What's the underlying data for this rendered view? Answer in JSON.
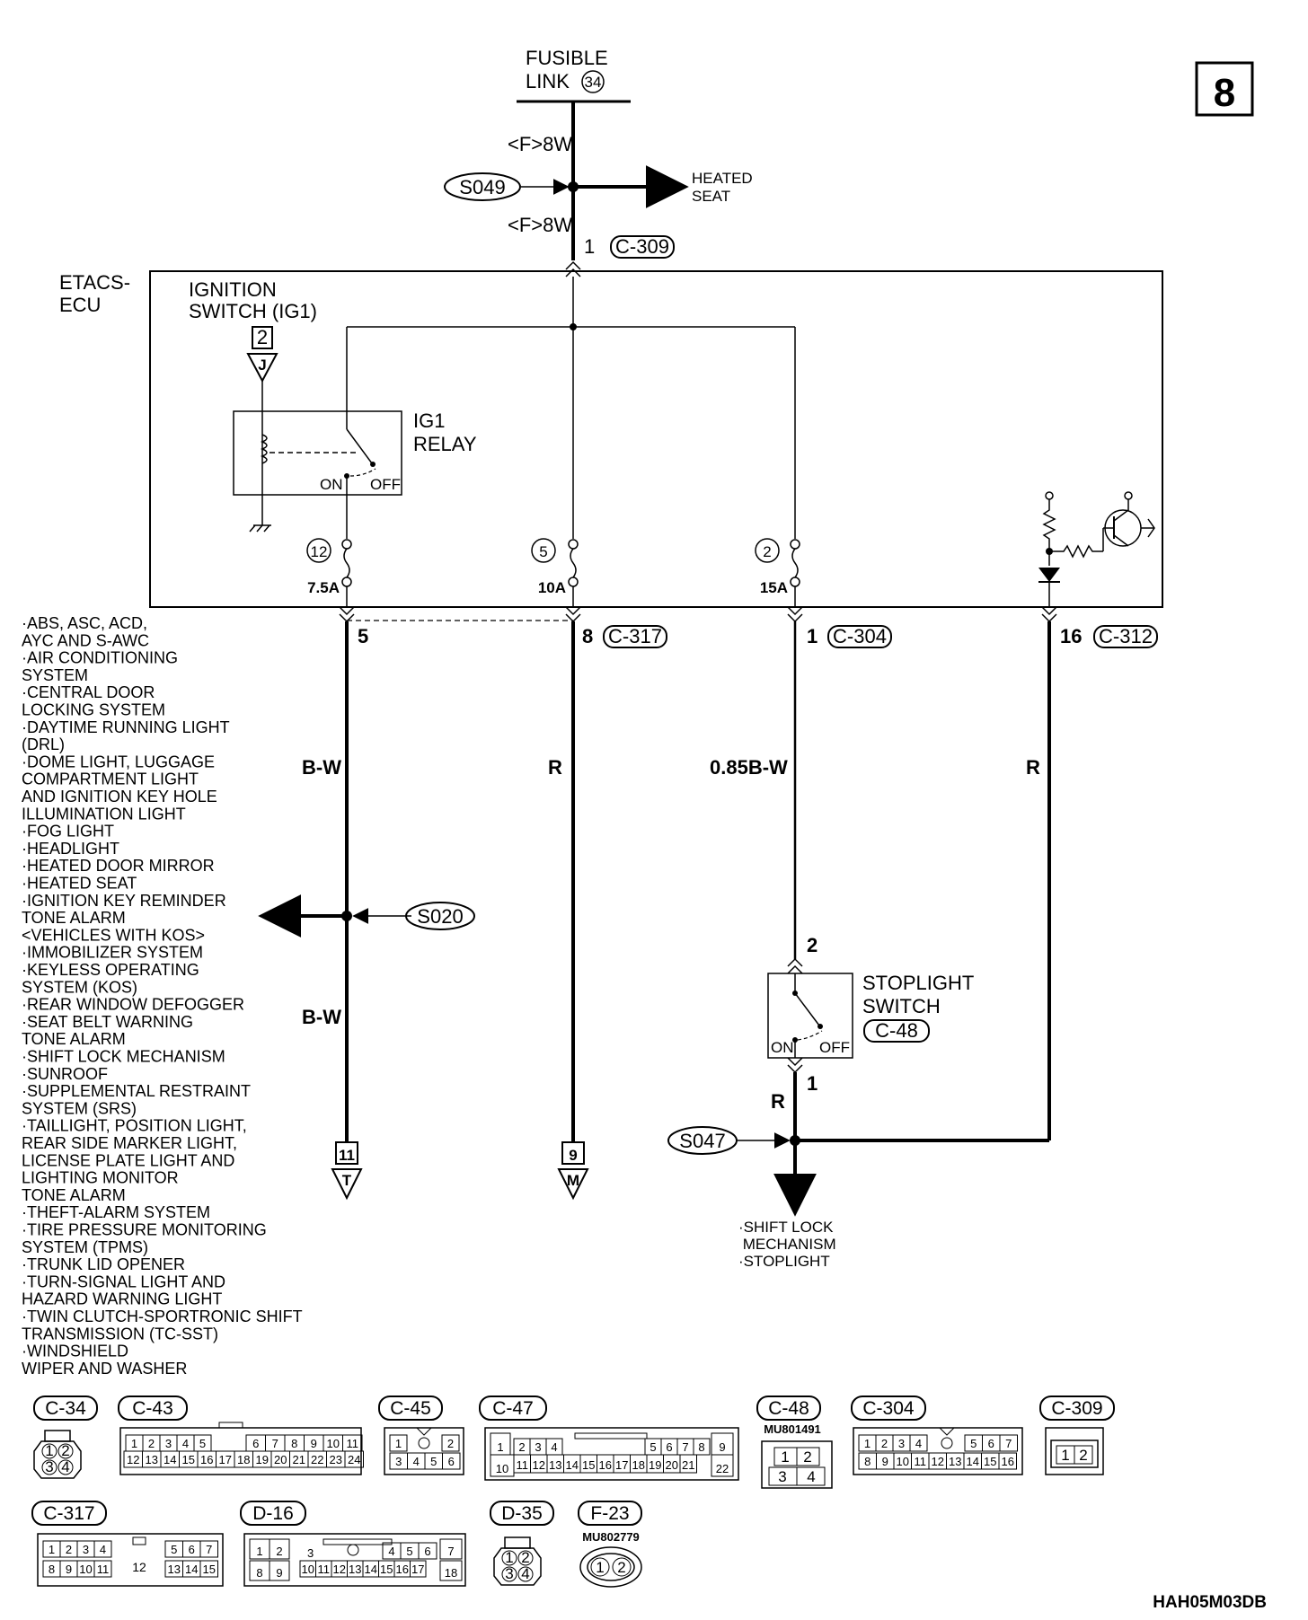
{
  "page_number": "8",
  "diagram_code": "HAH05M03DB",
  "fusible_link": {
    "line1": "FUSIBLE",
    "line2": "LINK",
    "number": "34"
  },
  "top_wire_color": "<F>8W",
  "top_wire_color_2": "<F>8W",
  "splice_s049": "S049",
  "heated_seat_line1": "HEATED",
  "heated_seat_line2": "SEAT",
  "c309_pin": "1",
  "c309_label": "C-309",
  "etacs_line1": "ETACS-",
  "etacs_line2": "ECU",
  "ignition_line1": "IGNITION",
  "ignition_line2": "SWITCH (IG1)",
  "ignition_connector": "2",
  "ignition_letter": "J",
  "relay_line1": "IG1",
  "relay_line2": "RELAY",
  "relay_on": "ON",
  "relay_off": "OFF",
  "fuses": [
    {
      "number": "12",
      "rating": "7.5A"
    },
    {
      "number": "5",
      "rating": "10A"
    },
    {
      "number": "2",
      "rating": "15A"
    }
  ],
  "outputs": {
    "o1_pin": "5",
    "o2_pin": "8",
    "o2_conn": "C-317",
    "o3_pin": "1",
    "o3_conn": "C-304",
    "o4_pin": "16",
    "o4_conn": "C-312"
  },
  "wire_colors": {
    "w1": "B-W",
    "w2": "R",
    "w3": "0.85B-W",
    "w4": "R",
    "w1b": "B-W",
    "w5": "R"
  },
  "splice_s020": "S020",
  "splice_s047": "S047",
  "off_page_11": {
    "num": "11",
    "letter": "T"
  },
  "off_page_9": {
    "num": "9",
    "letter": "M"
  },
  "stoplight": {
    "pin_top": "2",
    "pin_bottom": "1",
    "line1": "STOPLIGHT",
    "line2": "SWITCH",
    "connector": "C-48",
    "on": "ON",
    "off": "OFF"
  },
  "left_systems": [
    "·ABS, ASC, ACD,",
    " AYC AND S-AWC",
    "·AIR CONDITIONING",
    " SYSTEM",
    "·CENTRAL DOOR",
    " LOCKING SYSTEM",
    "·DAYTIME RUNNING LIGHT",
    " (DRL)",
    "·DOME LIGHT, LUGGAGE",
    " COMPARTMENT LIGHT",
    " AND IGNITION KEY HOLE",
    " ILLUMINATION LIGHT",
    "·FOG LIGHT",
    "·HEADLIGHT",
    "·HEATED DOOR MIRROR",
    "·HEATED SEAT",
    "·IGNITION KEY REMINDER",
    " TONE ALARM",
    " <VEHICLES WITH KOS>",
    "·IMMOBILIZER SYSTEM",
    "·KEYLESS OPERATING",
    " SYSTEM (KOS)",
    "·REAR WINDOW DEFOGGER",
    "·SEAT BELT WARNING",
    " TONE ALARM",
    "·SHIFT LOCK MECHANISM",
    "·SUNROOF",
    "·SUPPLEMENTAL RESTRAINT",
    " SYSTEM (SRS)",
    "·TAILLIGHT, POSITION LIGHT,",
    " REAR SIDE MARKER LIGHT,",
    " LICENSE PLATE LIGHT AND",
    " LIGHTING MONITOR",
    " TONE ALARM",
    "·THEFT-ALARM SYSTEM",
    "·TIRE PRESSURE MONITORING",
    " SYSTEM (TPMS)",
    "·TRUNK LID OPENER",
    "·TURN-SIGNAL LIGHT AND",
    " HAZARD WARNING LIGHT",
    "·TWIN CLUTCH-SPORTRONIC SHIFT",
    " TRANSMISSION (TC-SST)",
    "·WINDSHIELD",
    " WIPER AND WASHER"
  ],
  "bottom_systems": [
    "·SHIFT LOCK",
    " MECHANISM",
    "·STOPLIGHT"
  ],
  "connector_labels": {
    "c34": "C-34",
    "c43": "C-43",
    "c45": "C-45",
    "c47": "C-47",
    "c48": "C-48",
    "c304": "C-304",
    "c309": "C-309",
    "c317": "C-317",
    "d16": "D-16",
    "d35": "D-35",
    "f23": "F-23"
  },
  "part_numbers": {
    "c48": "MU801491",
    "f23": "MU802779"
  },
  "pins": {
    "c34": [
      "1",
      "2",
      "3",
      "4"
    ],
    "c43_top": [
      "1",
      "2",
      "3",
      "4",
      "5",
      "6",
      "7",
      "8",
      "9",
      "10",
      "11"
    ],
    "c43_bot": [
      "12",
      "13",
      "14",
      "15",
      "16",
      "17",
      "18",
      "19",
      "20",
      "21",
      "22",
      "23",
      "24"
    ],
    "c45_top": [
      "1",
      "2"
    ],
    "c45_bot": [
      "3",
      "4",
      "5",
      "6"
    ],
    "c47_top": [
      "1",
      "2",
      "3",
      "4",
      "5",
      "6",
      "7",
      "8",
      "9"
    ],
    "c47_bot": [
      "10",
      "11",
      "12",
      "13",
      "14",
      "15",
      "16",
      "17",
      "18",
      "19",
      "20",
      "21",
      "22"
    ],
    "c48": [
      "1",
      "2",
      "3",
      "4"
    ],
    "c304_top": [
      "1",
      "2",
      "3",
      "4",
      "5",
      "6",
      "7"
    ],
    "c304_bot": [
      "8",
      "9",
      "10",
      "11",
      "12",
      "13",
      "14",
      "15",
      "16"
    ],
    "c309": [
      "1",
      "2"
    ],
    "c317_top": [
      "1",
      "2",
      "3",
      "4",
      "5",
      "6",
      "7"
    ],
    "c317_mid": "12",
    "c317_bot": [
      "8",
      "9",
      "10",
      "11",
      "13",
      "14",
      "15"
    ],
    "d16_top": [
      "1",
      "2",
      "3",
      "4",
      "5",
      "6",
      "7"
    ],
    "d16_bot": [
      "8",
      "9",
      "10",
      "11",
      "12",
      "13",
      "14",
      "15",
      "16",
      "17",
      "18"
    ],
    "d35": [
      "1",
      "2",
      "3",
      "4"
    ],
    "f23": [
      "1",
      "2"
    ]
  }
}
